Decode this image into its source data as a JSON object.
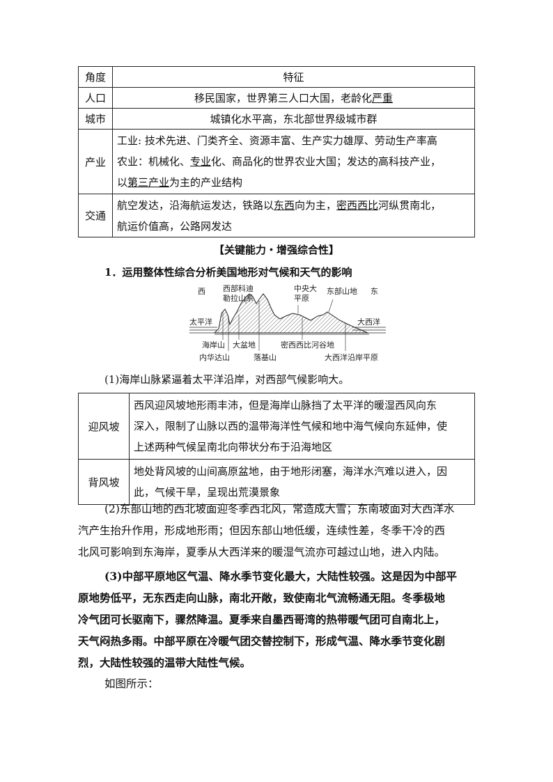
{
  "table1": {
    "header": [
      "角度",
      "特征"
    ],
    "rows": [
      {
        "label": "人口",
        "lines": [
          "移民国家，世界第三人口大国，老龄化严重"
        ]
      },
      {
        "label": "城市",
        "lines": [
          "城镇化水平高，东北部世界级城市群"
        ]
      },
      {
        "label": "产业",
        "lines": [
          "工业: 技术先进、门类齐全、资源丰富、生产实力雄厚、劳动生产率高",
          "农业：机械化、专业化、商品化的世界农业大国；发达的高科技产业，",
          "以第三产业为主的产业结构"
        ]
      },
      {
        "label": "交通",
        "lines": [
          "航空发达，沿海航运发达，铁路以东西向为主，密西西比河纵贯南北，",
          "航运价值高，公路网发达"
        ]
      }
    ]
  },
  "section_title": "【关键能力・增强综合性】",
  "item_title": "1．运用整体性综合分析美国地形对气候和天气的影响",
  "diagram": {
    "west": "西",
    "east": "东",
    "cordillera_line1": "西部科迪",
    "cordillera_line2": "勒拉山系",
    "plains_line1": "中央大",
    "plains_line2": "平原",
    "eastern_highlands": "东部山地",
    "pacific": "太平洋",
    "atlantic": "大西洋",
    "coast_ranges": "海岸山",
    "great_basin": "大盆地",
    "mississippi_valley": "密西西比河谷地",
    "sierra_nevada": "内华达山",
    "rockies": "落基山",
    "atlantic_plain": "大西洋沿岸平原"
  },
  "point1": "(1)海岸山脉紧逼着太平洋沿岸，对西部气候影响大。",
  "table2": {
    "rows": [
      {
        "label": "迎风坡",
        "lines": [
          "西风迎风坡地形雨丰沛，但是海岸山脉挡了太平洋的暖湿西风向东",
          "深入，限制了山脉以西的温带海洋性气候和地中海气候向东延伸，使",
          "上述两种气候呈南北向带状分布于沿海地区"
        ]
      },
      {
        "label": "背风坡",
        "lines": [
          "地处背风坡的山间高原盆地，由于地形闭塞，海洋水汽难以进入，因",
          "此，气候干旱，呈现出荒漠景象"
        ]
      }
    ]
  },
  "point2": [
    "(2)东部山地的西北坡面迎冬季西北风，常造成大雪；东南坡面对大西洋水",
    "汽产生抬升作用，形成地形雨；但因东部山地低缓，连续性差，冬季干冷的西",
    "北风可影响到东海岸，夏季从大西洋来的暖湿气流亦可越过山地，进入内陆。"
  ],
  "point3": [
    "(3)中部平原地区气温、降水季节变化最大，大陆性较强。这是因为中部平",
    "原地势低平，无东西走向山脉，南北开敞，致使南北气流畅通无阻。冬季极地",
    "冷气团可长驱南下，骤然降温。夏季来自墨西哥湾的热带暖气团可自南北上，",
    "天气闷热多雨。中部平原在冷暖气团交替控制下，形成气温、降水季节变化剧",
    "烈，大陆性较强的温带大陆性气候。"
  ],
  "point4": "如图所示："
}
